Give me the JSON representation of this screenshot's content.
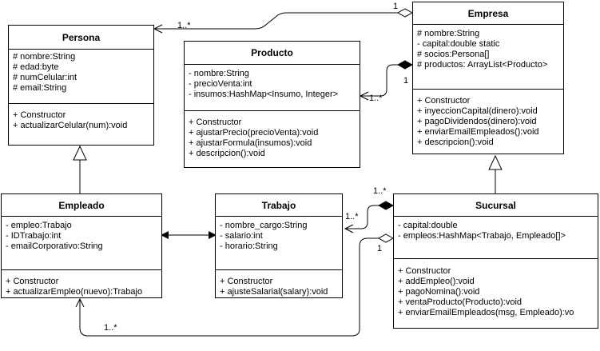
{
  "classes": {
    "persona": {
      "name": "Persona",
      "attributes": [
        "# nombre:String",
        "# edad:byte",
        "# numCelular:int",
        "# email:String"
      ],
      "methods": [
        "+ Constructor",
        "+ actualizarCelular(num):void"
      ]
    },
    "producto": {
      "name": "Producto",
      "attributes": [
        "- nombre:String",
        "- precioVenta:int",
        "- insumos:HashMap<Insumo, Integer>"
      ],
      "methods": [
        "+ Constructor",
        "+ ajustarPrecio(precioVenta):void",
        "+ ajustarFormula(insumos):void",
        "+ descripcion():void"
      ]
    },
    "empresa": {
      "name": "Empresa",
      "attributes": [
        "# nombre:String",
        "- capital:double static",
        "# socios:Persona[]",
        "# productos: ArrayList<Producto>"
      ],
      "methods": [
        "+ Constructor",
        "+ inyeccionCapital(dinero):void",
        "+ pagoDividendos(dinero):void",
        "+ enviarEmailEmpleados():void",
        "+ descripcion():void"
      ]
    },
    "empleado": {
      "name": "Empleado",
      "attributes": [
        "- empleo:Trabajo",
        "- IDTrabajo:int",
        "- emailCorporativo:String"
      ],
      "methods": [
        "+ Constructor",
        "+ actualizarEmpleo(nuevo):Trabajo"
      ]
    },
    "trabajo": {
      "name": "Trabajo",
      "attributes": [
        "- nombre_cargo:String",
        "- salario:int",
        "- horario:String"
      ],
      "methods": [
        "+ Constructor",
        "+ ajusteSalarial(salary):void"
      ]
    },
    "sucursal": {
      "name": "Sucursal",
      "attributes": [
        "- capital:double",
        "- empleos:HashMap<Trabajo, Empleado[]>"
      ],
      "methods": [
        "+ Constructor",
        "+ addEmpleo():void",
        "+ pagoNomina():void",
        "+ ventaProducto(Producto):void",
        "+ enviarEmailEmpleados(msg, Empleado):vo"
      ]
    }
  },
  "multiplicities": {
    "empresa_persona_one": "1",
    "empresa_persona_many": "1..*",
    "empresa_producto_one": "1",
    "empresa_producto_many": "1..*",
    "sucursal_trabajo_one": "1..*",
    "sucursal_trabajo_many": "1..*",
    "sucursal_empleado_one": "1",
    "sucursal_empleado_many": "1..*"
  }
}
